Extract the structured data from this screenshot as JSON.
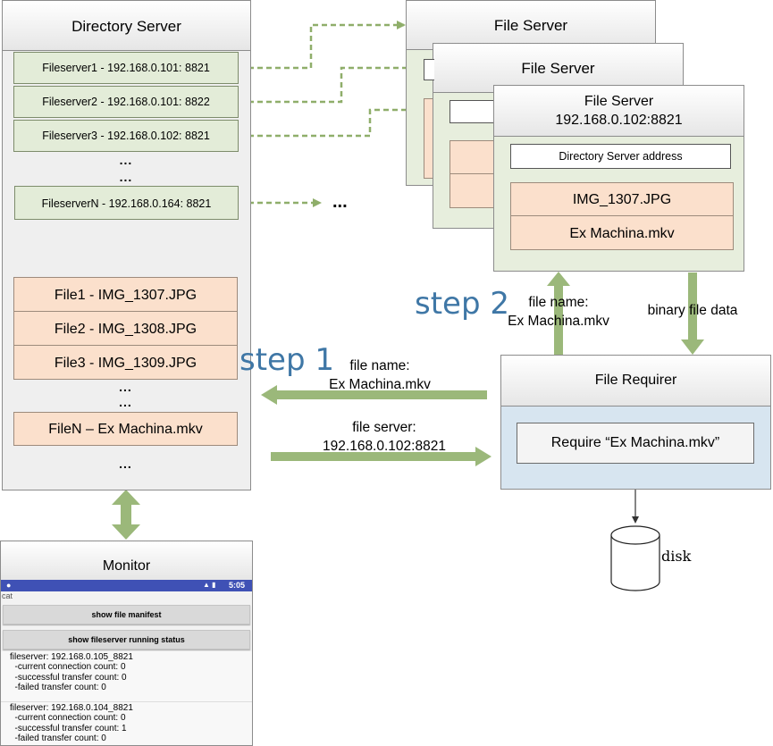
{
  "directory_server": {
    "title": "Directory Server",
    "fileservers": [
      "Fileserver1 - 192.168.0.101: 8821",
      "Fileserver2 - 192.168.0.101: 8822",
      "Fileserver3 - 192.168.0.102: 8821",
      "FileserverN - 192.168.0.164: 8821"
    ],
    "dots": "...",
    "files": [
      "File1 - IMG_1307.JPG",
      "File2 - IMG_1308.JPG",
      "File3 - IMG_1309.JPG",
      "FileN – Ex Machina.mkv"
    ]
  },
  "file_servers": {
    "back_title": "File Server",
    "middle_title": "File Server",
    "front_title": "File Server",
    "front_address": "192.168.0.102:8821",
    "dir_address_label": "Directory Server address",
    "files": [
      "IMG_1307.JPG",
      "Ex Machina.mkv"
    ],
    "more": "..."
  },
  "file_requirer": {
    "title": "File Requirer",
    "request": "Require “Ex Machina.mkv”"
  },
  "disk_label": "disk",
  "steps": {
    "step1": "step 1",
    "step2": "step 2"
  },
  "arrows": {
    "step1_request": "file name:\nEx Machina.mkv",
    "step1_response": "file server:\n192.168.0.102:8821",
    "step2_request": "file name:\nEx Machina.mkv",
    "step2_response": "binary file data"
  },
  "monitor": {
    "title": "Monitor",
    "status_time": "5:05",
    "app_label": "cat",
    "button_manifest": "show file manifest",
    "button_status": "show fileserver running status",
    "servers": [
      {
        "name": "fileserver: 192.168.0.105_8821",
        "stats": "  -current connection count: 0\n  -successful transfer count: 0\n  -failed transfer count: 0"
      },
      {
        "name": "fileserver: 192.168.0.104_8821",
        "stats": "  -current connection count: 0\n  -successful transfer count: 1\n  -failed transfer count: 0"
      }
    ]
  },
  "colors": {
    "green_arrow": "#9bb87a",
    "orange_arrow": "#f0b020",
    "step_blue": "#3f77a6",
    "requirer_blue": "#d7e5f0",
    "file_orange": "#fbe0cc",
    "row_green": "#e3ecd8"
  }
}
